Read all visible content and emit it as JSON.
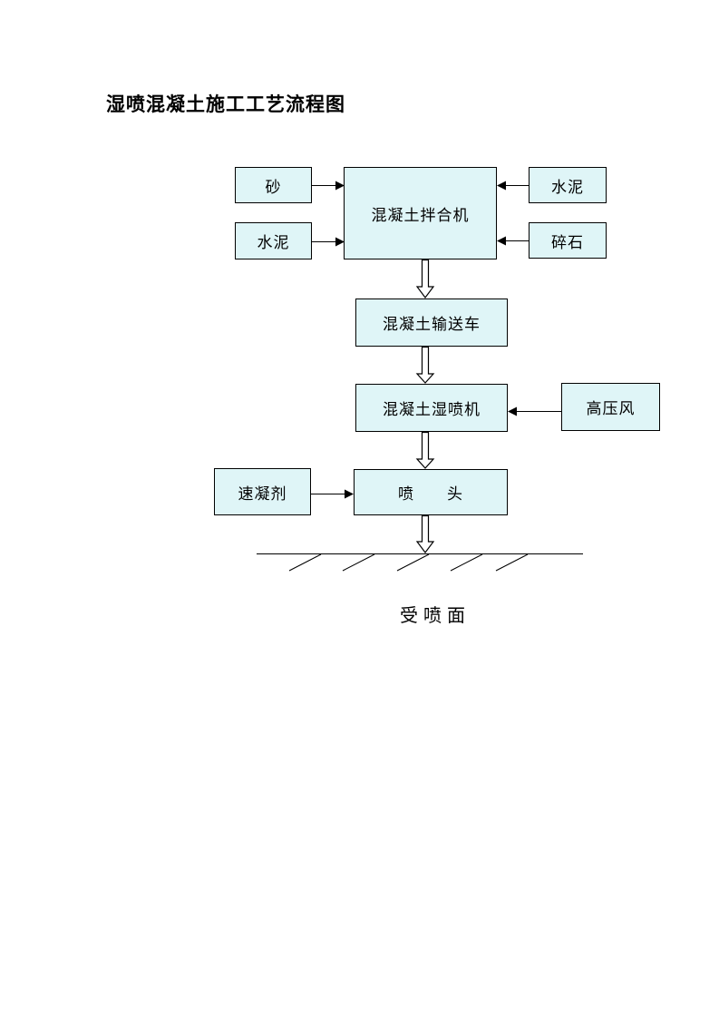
{
  "page": {
    "title": "湿喷混凝土施工工艺流程图"
  },
  "colors": {
    "page_bg": "#ffffff",
    "node_fill": "#dff5f7",
    "node_border": "#000000",
    "arrow_color": "#000000"
  },
  "diagram": {
    "nodes": [
      {
        "id": "sand",
        "label": "砂"
      },
      {
        "id": "cement-left",
        "label": "水泥"
      },
      {
        "id": "mixer",
        "label": "混凝土拌合机"
      },
      {
        "id": "cement-right",
        "label": "水泥"
      },
      {
        "id": "gravel",
        "label": "碎石"
      },
      {
        "id": "transport-truck",
        "label": "混凝土输送车"
      },
      {
        "id": "wet-sprayer",
        "label": "混凝土湿喷机"
      },
      {
        "id": "high-pressure-air",
        "label": "高压风"
      },
      {
        "id": "accelerator",
        "label": "速凝剂"
      },
      {
        "id": "nozzle",
        "label": "喷　　头"
      }
    ],
    "edges": [
      {
        "from": "sand",
        "to": "mixer",
        "style": "solid"
      },
      {
        "from": "cement-left",
        "to": "mixer",
        "style": "solid"
      },
      {
        "from": "cement-right",
        "to": "mixer",
        "style": "solid"
      },
      {
        "from": "gravel",
        "to": "mixer",
        "style": "solid"
      },
      {
        "from": "mixer",
        "to": "transport-truck",
        "style": "hollow"
      },
      {
        "from": "transport-truck",
        "to": "wet-sprayer",
        "style": "hollow"
      },
      {
        "from": "high-pressure-air",
        "to": "wet-sprayer",
        "style": "solid"
      },
      {
        "from": "wet-sprayer",
        "to": "nozzle",
        "style": "hollow"
      },
      {
        "from": "accelerator",
        "to": "nozzle",
        "style": "solid"
      },
      {
        "from": "nozzle",
        "to": "sprayed-surface",
        "style": "hollow"
      }
    ],
    "ground": {
      "id": "sprayed-surface",
      "label": "受喷面"
    }
  }
}
